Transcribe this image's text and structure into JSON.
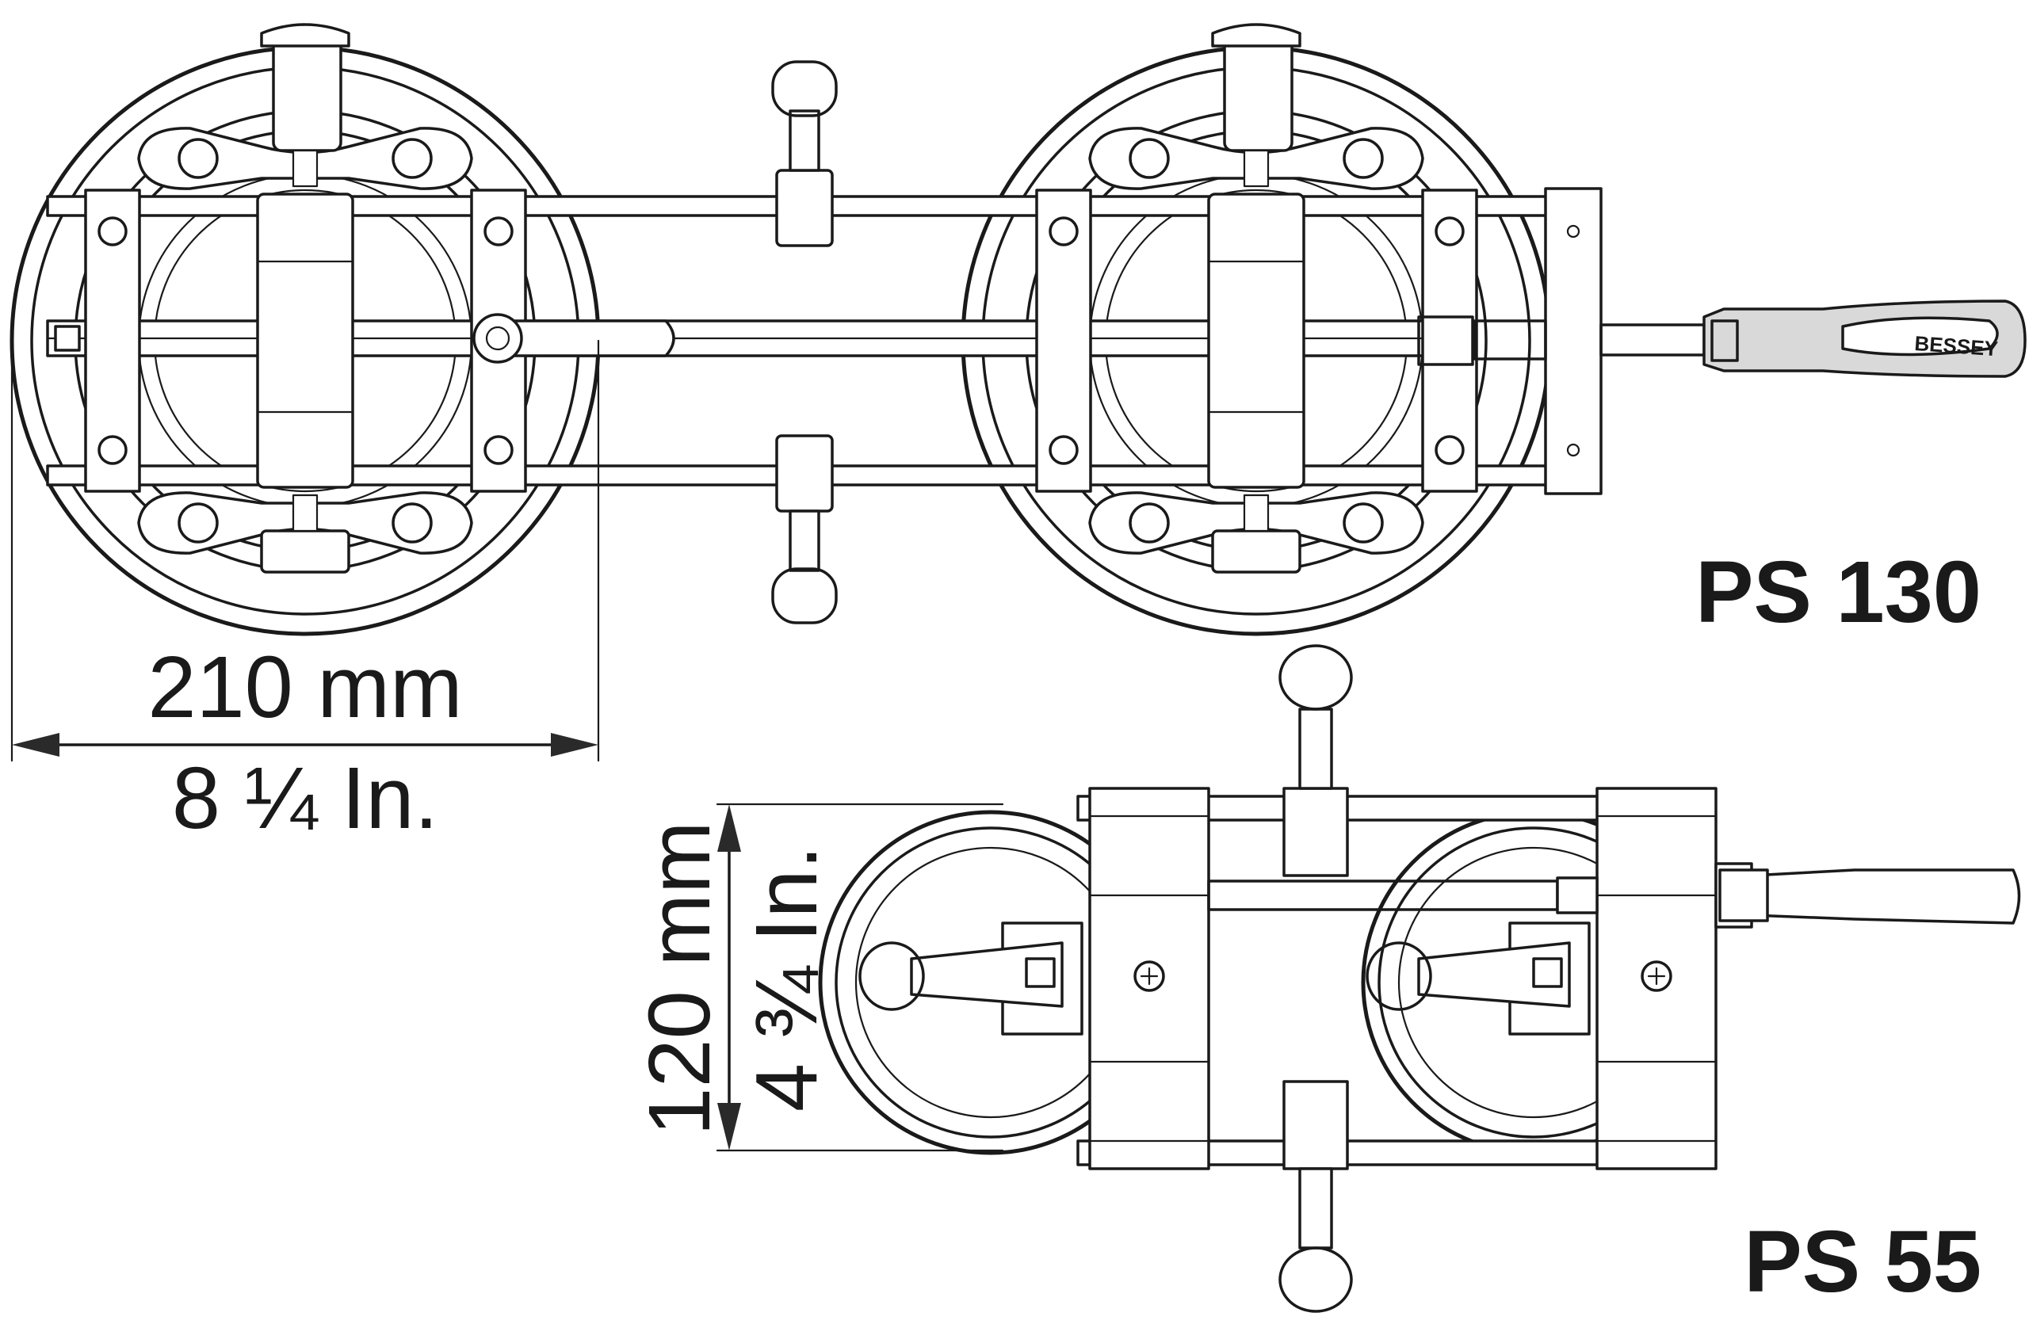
{
  "models": {
    "large": {
      "name": "PS 130",
      "brand": "BESSEY"
    },
    "small": {
      "name": "PS 55"
    }
  },
  "dimensions": {
    "width": {
      "metric": "210 mm",
      "imperial": "8 ¼ In."
    },
    "height": {
      "metric": "120 mm",
      "imperial": "4 ¾ In."
    }
  },
  "colors": {
    "ink": "#1a1a1a",
    "background": "#ffffff",
    "grip": "#d9d9d9"
  }
}
